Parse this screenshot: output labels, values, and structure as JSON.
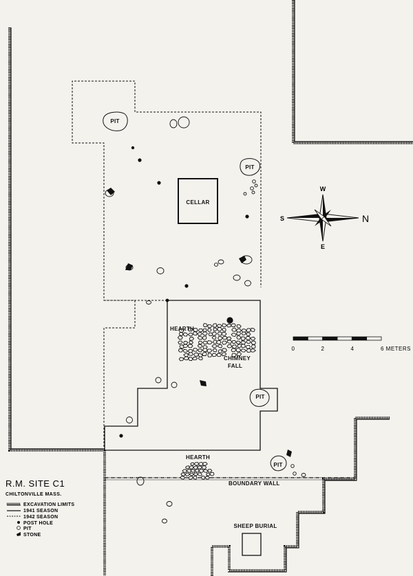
{
  "site": {
    "title": "R.M. SITE C1",
    "location": "CHILTONVILLE  MASS."
  },
  "legend": [
    {
      "symbol": "excavation-limits",
      "label": "EXCAVATION LIMITS"
    },
    {
      "symbol": "season-1941",
      "label": "1941 SEASON"
    },
    {
      "symbol": "season-1942",
      "label": "1942 SEASON"
    },
    {
      "symbol": "post-hole",
      "label": "POST HOLE"
    },
    {
      "symbol": "pit",
      "label": "PIT"
    },
    {
      "symbol": "stone",
      "label": "STONE"
    }
  ],
  "features": {
    "pit_labels": [
      "PIT",
      "PIT",
      "PIT",
      "PIT"
    ],
    "cellar": "CELLAR",
    "hearth_north": "HEARTH",
    "chimney_fall": [
      "CHIMNEY",
      "FALL"
    ],
    "hearth_south": "HEARTH",
    "boundary_wall": "BOUNDARY  WALL",
    "sheep_burial": "SHEEP BURIAL"
  },
  "compass": {
    "w": "W",
    "s": "S",
    "n": "N",
    "e": "E"
  },
  "scale": {
    "ticks": [
      "0",
      "2",
      "4",
      "6 METERS"
    ],
    "max_meters": 6
  }
}
